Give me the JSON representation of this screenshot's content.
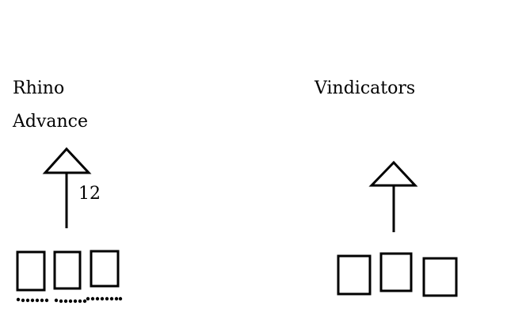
{
  "left_unit": {
    "name": "Rhino",
    "action": "Advance",
    "move_distance": "12"
  },
  "right_unit": {
    "name": "Vindicators"
  }
}
